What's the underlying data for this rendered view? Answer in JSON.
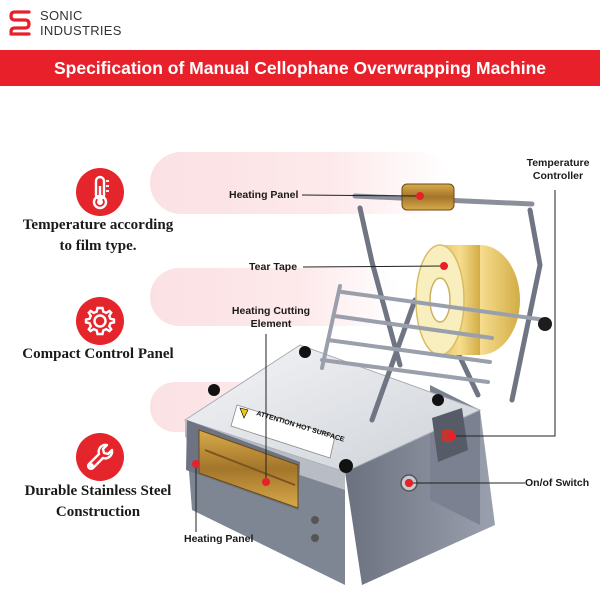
{
  "brand": {
    "line1": "SONIC",
    "line2": "INDUSTRIES",
    "accent": "#e8202a"
  },
  "banner": {
    "title": "Specification of  Manual Cellophane Overwrapping Machine"
  },
  "features": [
    {
      "icon": "thermometer-icon",
      "label_line1": "Temperature according",
      "label_line2": "to film type."
    },
    {
      "icon": "gear-icon",
      "label_line1": "Compact Control Panel"
    },
    {
      "icon": "wrench-icon",
      "label_line1": "Durable Stainless Steel",
      "label_line2": "Construction"
    }
  ],
  "callouts": {
    "heating_panel_top": "Heating Panel",
    "tear_tape": "Tear Tape",
    "heating_cutting_line1": "Heating Cutting",
    "heating_cutting_line2": "Element",
    "temperature_controller_line1": "Temperature",
    "temperature_controller_line2": "Controller",
    "on_off_switch": "On/of Switch",
    "heating_panel_bottom": "Heating Panel"
  },
  "machine": {
    "warning_sticker": "ATTENTION HOT SURFACE"
  }
}
